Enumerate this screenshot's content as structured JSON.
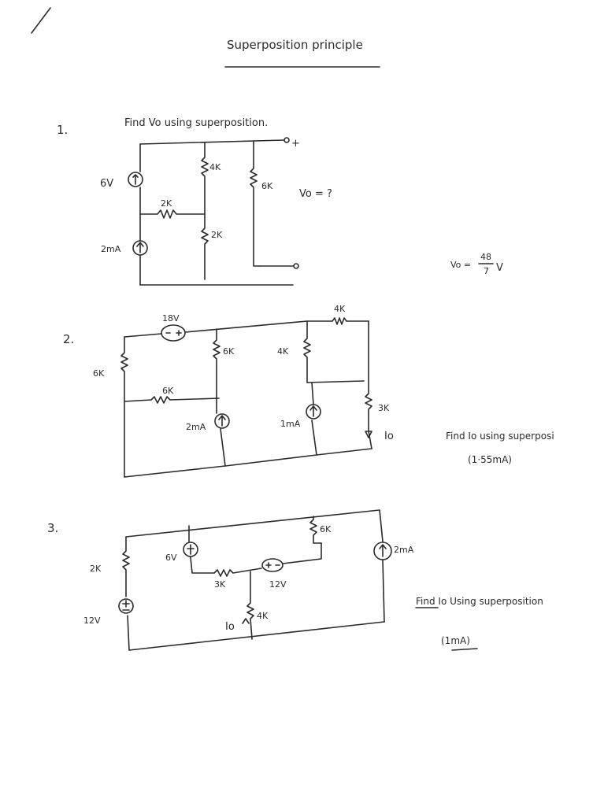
{
  "header": {
    "title": "Superposition principle"
  },
  "problem1": {
    "number": "1.",
    "prompt": "Find Vo using superposition.",
    "labels": {
      "v6": "6V",
      "r4k": "4K",
      "r6k": "6K",
      "r2k_h": "2K",
      "r2k_v": "2K",
      "i2ma": "2mA",
      "vo_q": "Vo = ?",
      "plus": "+",
      "minus": "-"
    },
    "answer": {
      "lhs": "Vo =",
      "num": "48",
      "den": "7",
      "unit": "V"
    }
  },
  "problem2": {
    "number": "2.",
    "labels": {
      "v18": "18V",
      "r6k_left": "6K",
      "r6k_mid_h": "6K",
      "r6k_mid_v": "6K",
      "r4k_v": "4K",
      "r4k_top": "4K",
      "r3k": "3K",
      "i2ma": "2mA",
      "i1ma": "1mA",
      "io": "Io"
    },
    "task": "Find Io using superposi",
    "answer": "(1·55mA)"
  },
  "problem3": {
    "number": "3.",
    "labels": {
      "r2k": "2K",
      "v12_left": "12V",
      "v6": "6V",
      "r3k": "3K",
      "v12_mid": "12V",
      "r4k": "4K",
      "io": "Io",
      "r6k": "6K",
      "i2ma": "2mA"
    },
    "task": "Find Io Using superposition",
    "answer": "(1mA)"
  }
}
